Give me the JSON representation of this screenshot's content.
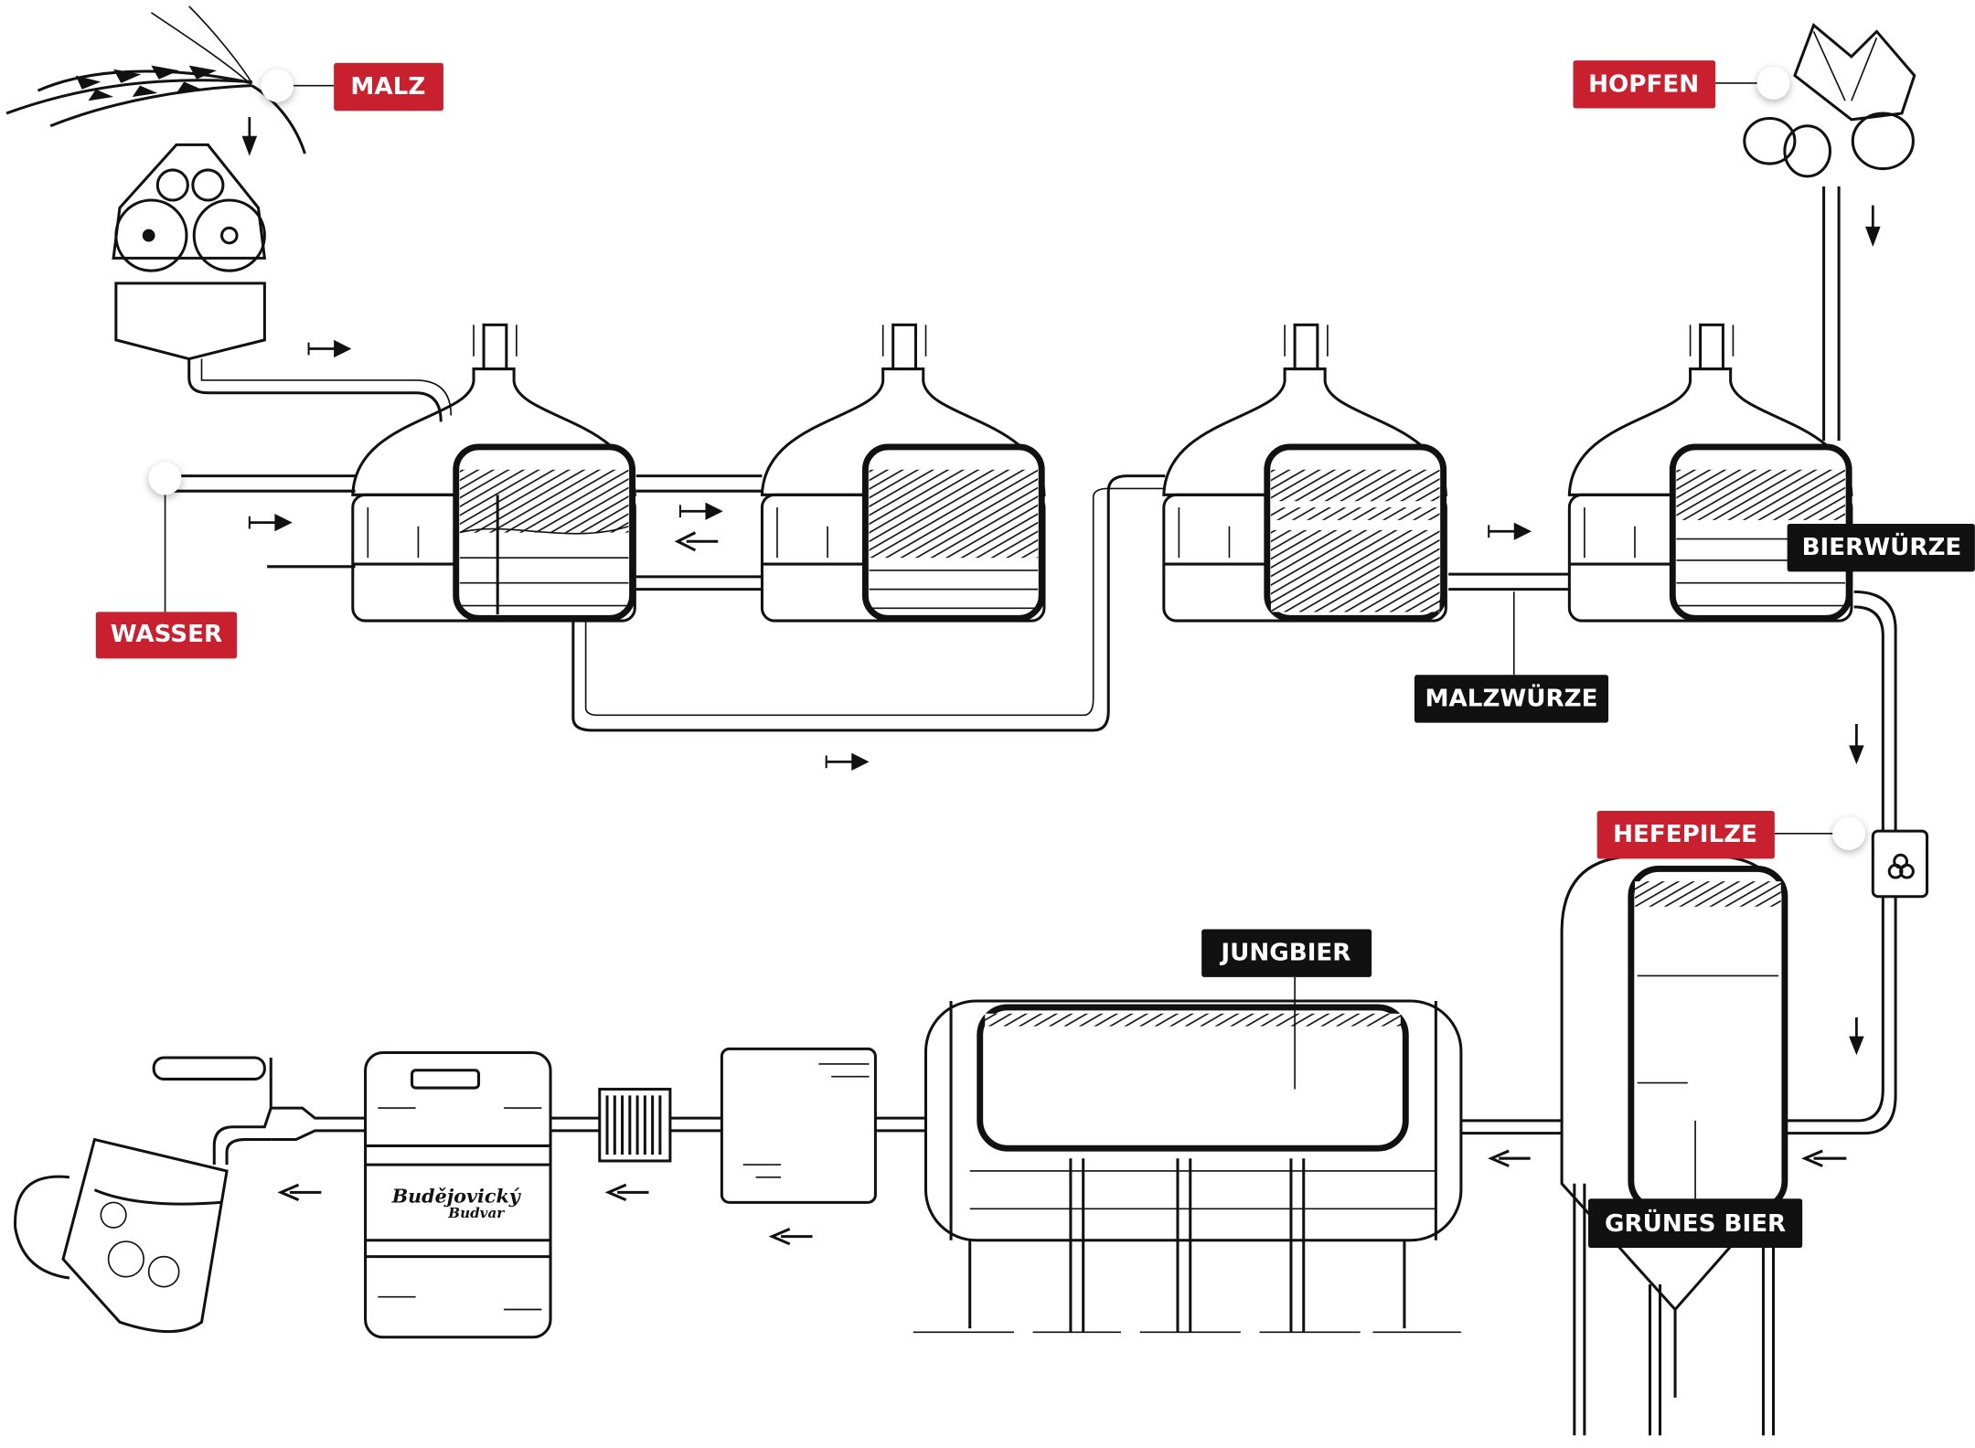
{
  "labels": {
    "malz": "MALZ",
    "hopfen": "HOPFEN",
    "wasser": "WASSER",
    "bierwuerze": "BIERWÜRZE",
    "malzwuerze": "MALZWÜRZE",
    "hefepilze": "HEFEPILZE",
    "jungbier": "JUNGBIER",
    "gruenes_bier": "GRÜNES BIER"
  },
  "keg_logo": {
    "line1": "Budějovický",
    "line2": "Budvar"
  },
  "colors": {
    "ingredient_label": "#c8202f",
    "product_label": "#111111"
  },
  "icons": [
    "barley-icon",
    "hops-icon",
    "malt-mill-icon",
    "brew-kettle-icon",
    "fermentation-tank-icon",
    "lager-tank-icon",
    "filter-icon",
    "keg-icon",
    "beer-tap-icon",
    "beer-mug-icon",
    "flow-arrow-icon",
    "yeast-icon"
  ]
}
